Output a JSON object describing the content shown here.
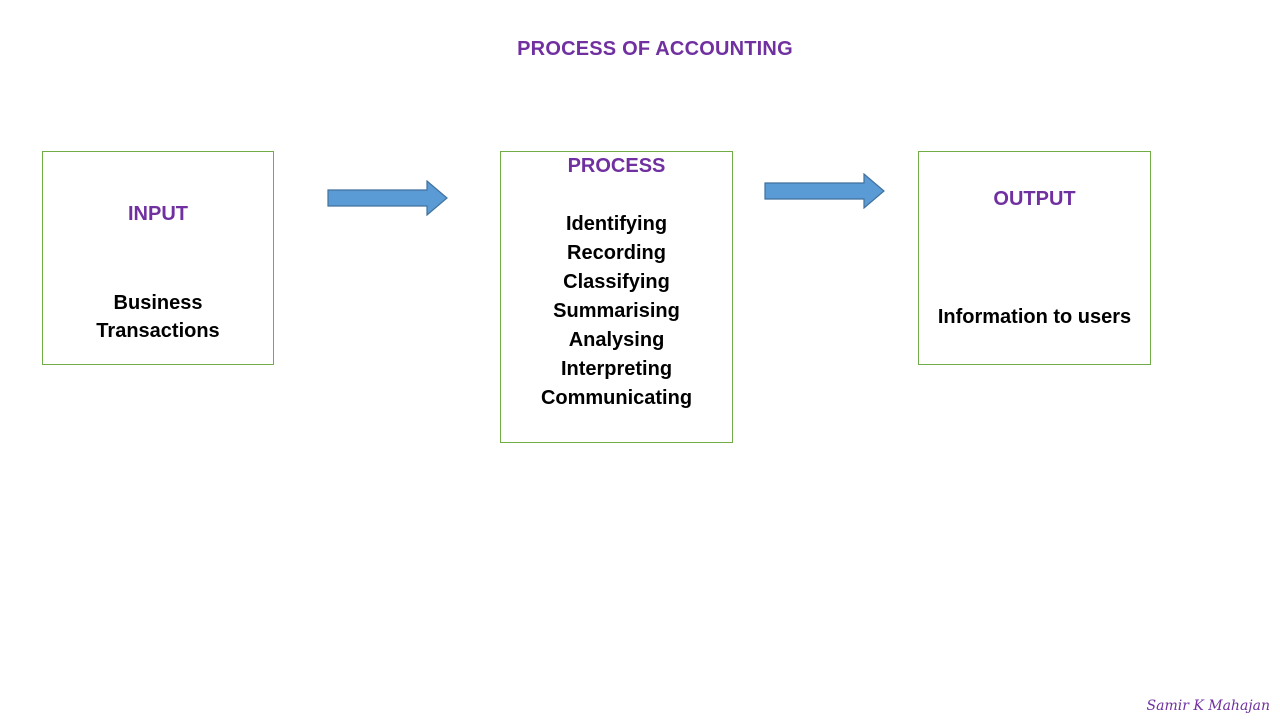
{
  "title": "PROCESS OF ACCOUNTING",
  "boxes": {
    "input": {
      "heading": "INPUT",
      "lines": [
        "Business",
        "Transactions"
      ]
    },
    "process": {
      "heading": "PROCESS",
      "lines": [
        "Identifying",
        "Recording",
        "Classifying",
        "Summarising",
        "Analysing",
        "Interpreting",
        "Communicating"
      ]
    },
    "output": {
      "heading": "OUTPUT",
      "lines": [
        "Information to users"
      ]
    }
  },
  "footer": {
    "author": "Samir K Mahajan"
  },
  "colors": {
    "heading": "#7030a0",
    "box_border": "#70ad47",
    "arrow_fill": "#5b9bd5",
    "arrow_stroke": "#41719c"
  },
  "icons": [
    "right-arrow-icon",
    "right-arrow-icon"
  ]
}
